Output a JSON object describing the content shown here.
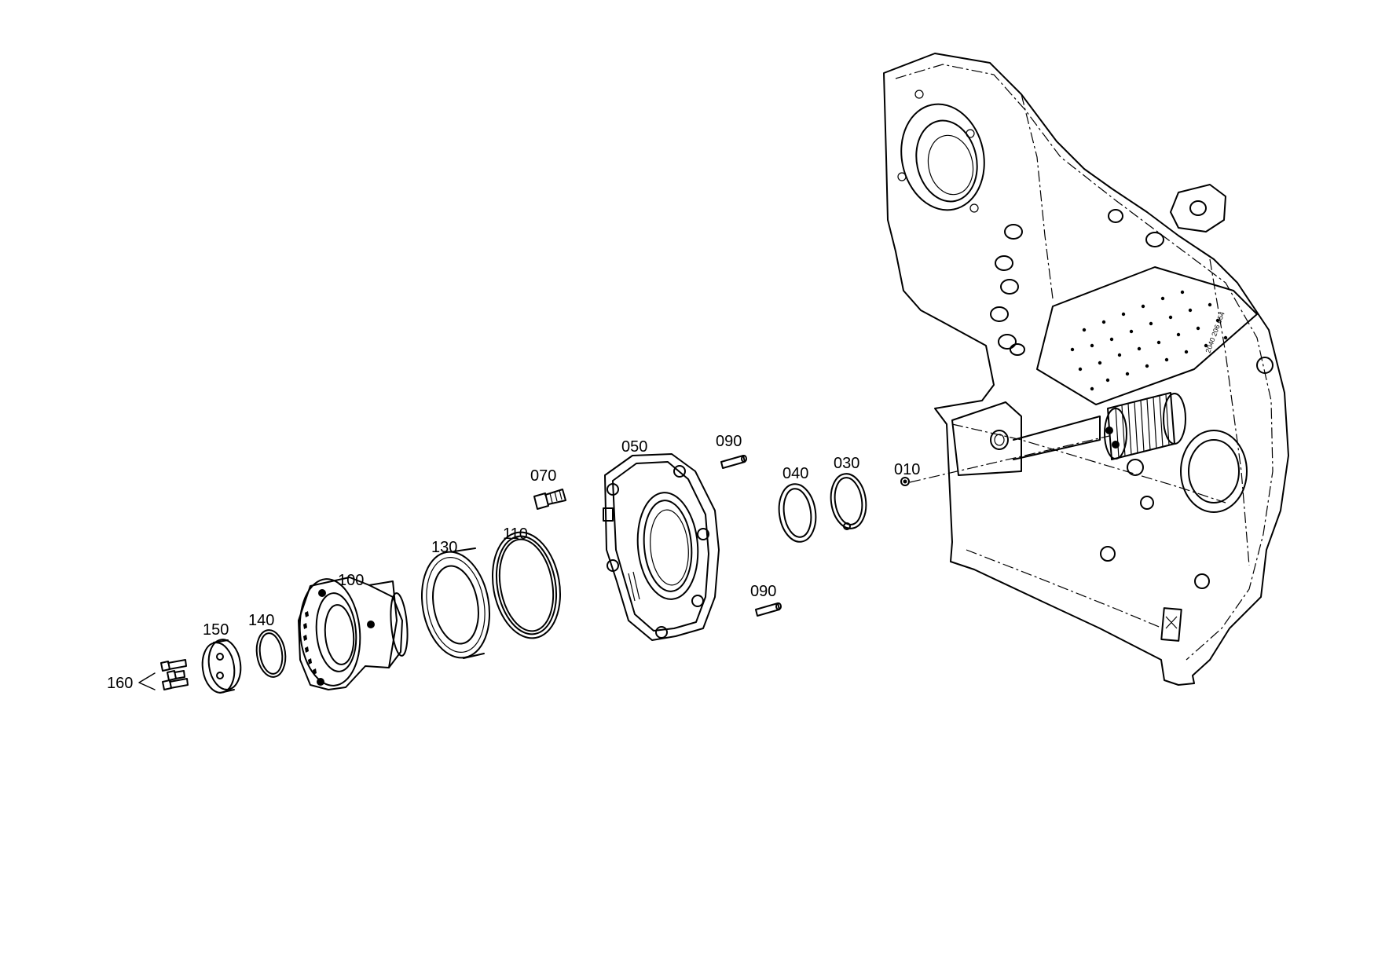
{
  "diagram": {
    "parts": [
      {
        "id": "010"
      },
      {
        "id": "030"
      },
      {
        "id": "040"
      },
      {
        "id": "050"
      },
      {
        "id": "070"
      },
      {
        "id": "090"
      },
      {
        "id": "090"
      },
      {
        "id": "100"
      },
      {
        "id": "110"
      },
      {
        "id": "130"
      },
      {
        "id": "140"
      },
      {
        "id": "150"
      },
      {
        "id": "160"
      }
    ]
  }
}
